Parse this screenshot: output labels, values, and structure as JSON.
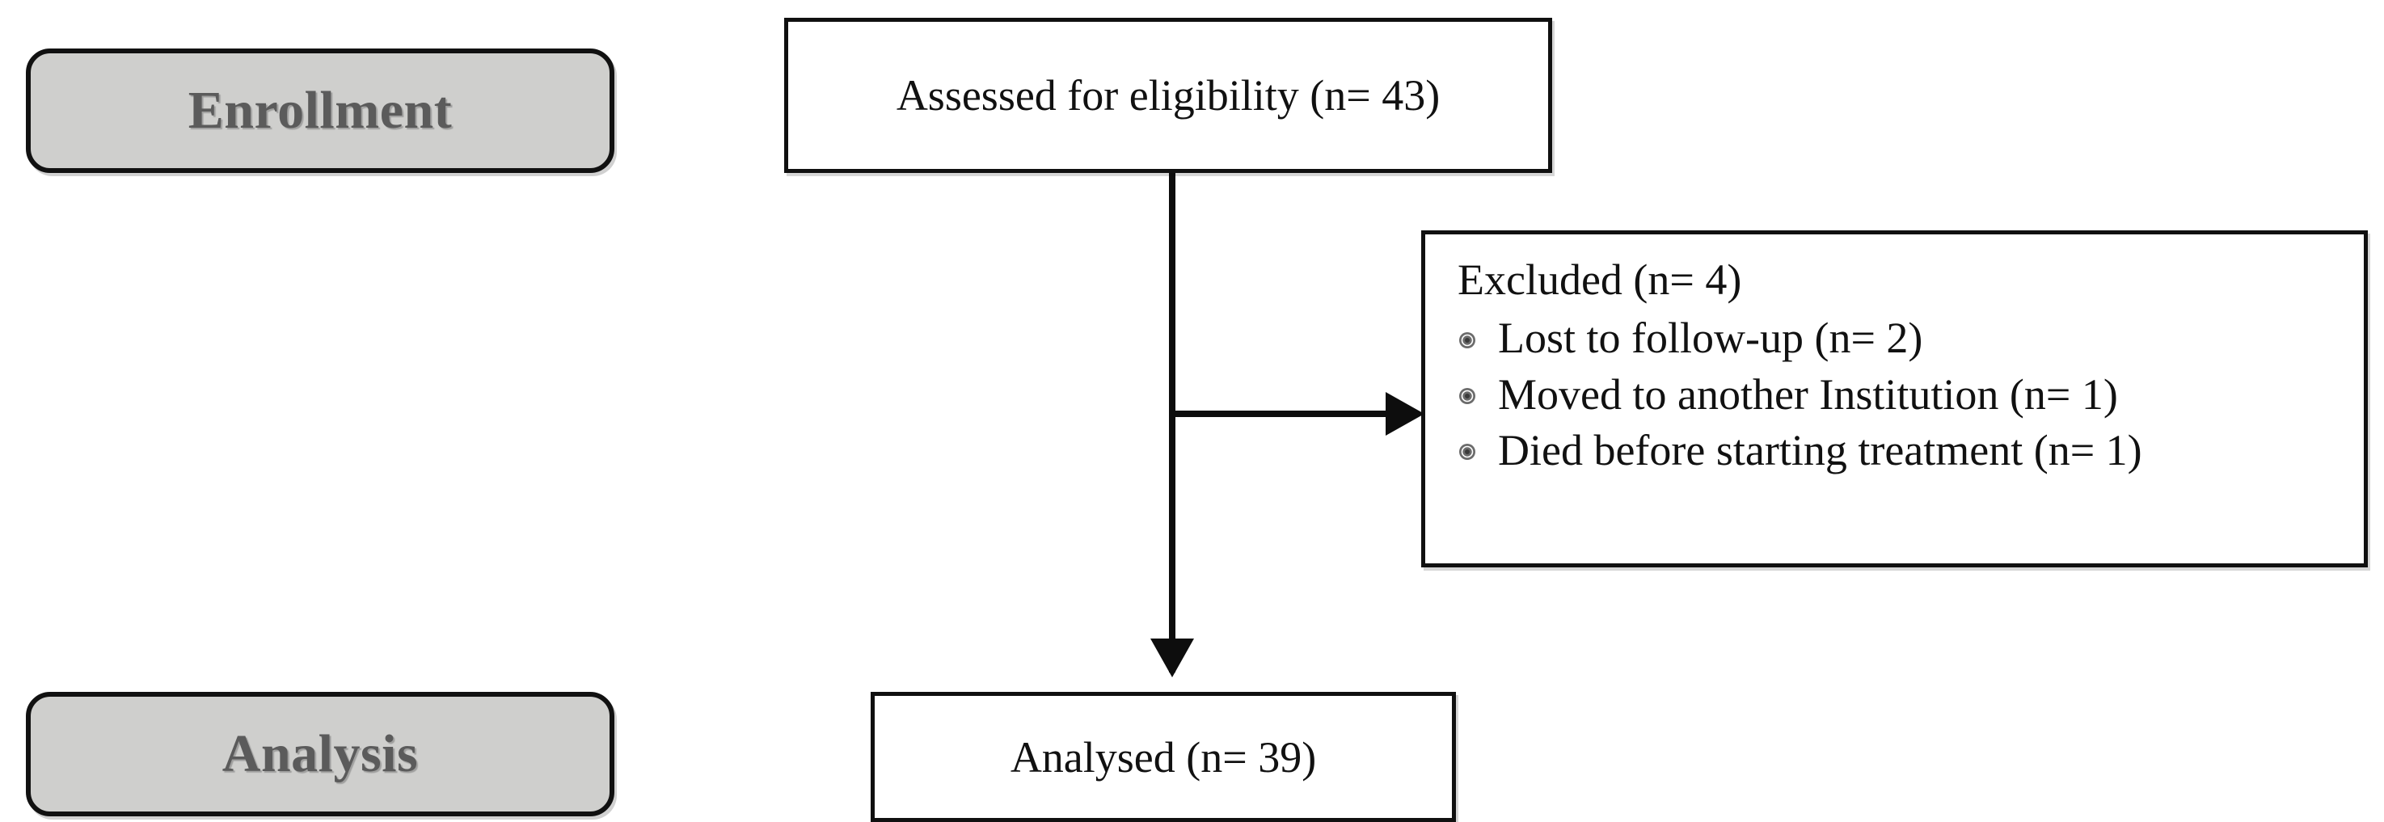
{
  "diagram": {
    "type": "consort-flow-diagram",
    "stages": [
      {
        "id": "enrollment",
        "label": "Enrollment"
      },
      {
        "id": "analysis",
        "label": "Analysis"
      }
    ],
    "boxes": {
      "assessed": {
        "text": "Assessed for eligibility  (n= 43)",
        "n": 43
      },
      "excluded": {
        "title": "Excluded (n= 4)",
        "n": 4,
        "bullet_icon": "flower-bullet-icon",
        "reasons": [
          {
            "text": "Lost to follow-up (n= 2)",
            "n": 2
          },
          {
            "text": "Moved  to another Institution (n= 1)",
            "n": 1
          },
          {
            "text": "Died before starting treatment (n= 1)",
            "n": 1
          }
        ]
      },
      "analysed": {
        "text": "Analysed (n= 39)",
        "n": 39
      }
    },
    "connectors": [
      {
        "id": "assessed-to-analysed",
        "direction": "down",
        "arrow": "down-arrowhead-icon"
      },
      {
        "id": "assessed-to-excluded",
        "direction": "right",
        "arrow": "right-arrowhead-icon"
      }
    ],
    "colors": {
      "stage_fill": "#cfcfcd",
      "stage_text": "#5b5b5b",
      "box_fill": "#ffffff",
      "stroke": "#101010",
      "body_text": "#111111",
      "background": "#ffffff"
    }
  }
}
